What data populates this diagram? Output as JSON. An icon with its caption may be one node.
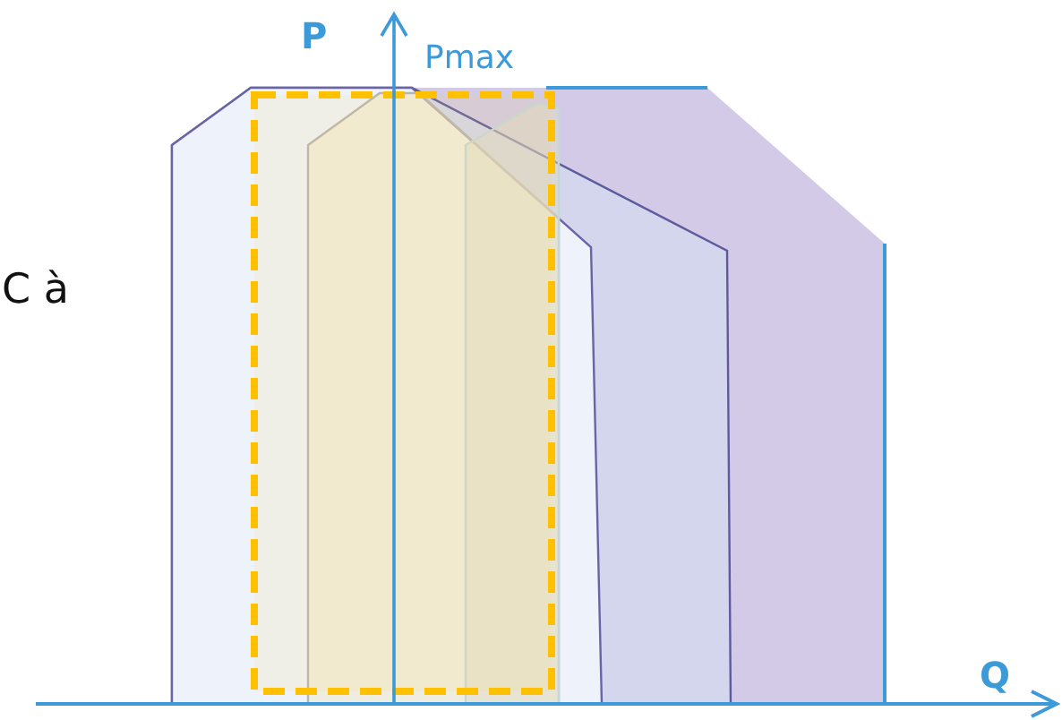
{
  "diagram": {
    "labels": [
      "P",
      "Pmax",
      "C à",
      "Q"
    ]
  }
}
